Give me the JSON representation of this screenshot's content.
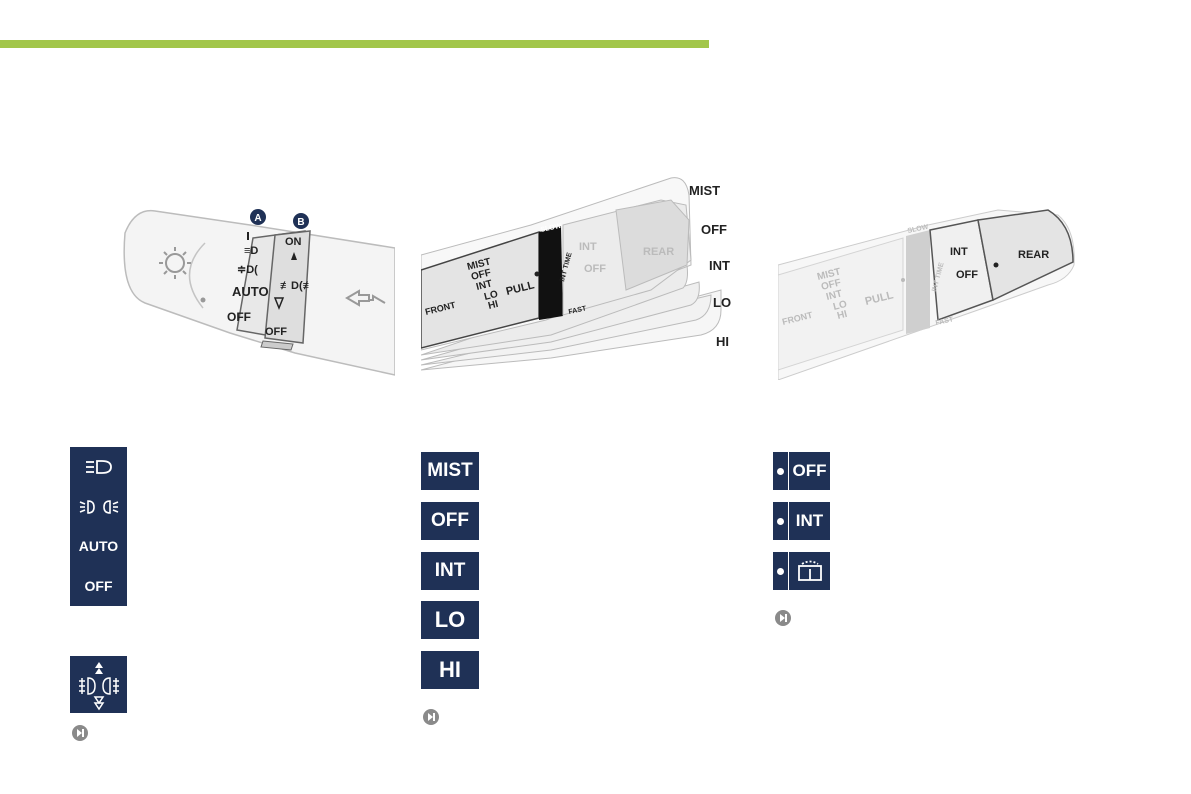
{
  "header": {
    "accent_color": "#a2c64a"
  },
  "illustrations": {
    "lighting_stalk": {
      "marker_a": "A",
      "marker_b": "B",
      "ring_a": [
        "AUTO",
        "OFF"
      ],
      "ring_b": [
        "ON",
        "OFF"
      ]
    },
    "front_wiper": {
      "front_label": "FRONT",
      "modes": [
        "MIST",
        "OFF",
        "INT",
        "LO",
        "HI"
      ],
      "pull_label": "PULL",
      "slow_label": "SLOW",
      "int_time_label": "INT TIME",
      "fast_label": "FAST",
      "rear_ring": [
        "INT",
        "OFF"
      ],
      "rear_label": "REAR",
      "callouts": [
        "MIST",
        "OFF",
        "INT",
        "LO",
        "HI"
      ]
    },
    "rear_wiper": {
      "front_label": "FRONT",
      "modes": [
        "MIST",
        "OFF",
        "INT",
        "LO",
        "HI"
      ],
      "pull_label": "PULL",
      "slow_label": "SLOW",
      "int_time_label": "INT TIME",
      "fast_label": "FAST",
      "rear_ring": [
        "INT",
        "OFF"
      ],
      "rear_label": "REAR"
    }
  },
  "lighting_key": {
    "items": [
      {
        "icon": "dipped-beam-icon"
      },
      {
        "icon": "sidelights-icon"
      },
      {
        "label": "AUTO"
      },
      {
        "label": "OFF"
      }
    ]
  },
  "fog_key": {
    "icon": "fog-lamps-icon"
  },
  "front_wiper_key": {
    "badges": [
      "MIST",
      "OFF",
      "INT",
      "LO",
      "HI"
    ]
  },
  "rear_wiper_key": {
    "badges": [
      {
        "label": "OFF"
      },
      {
        "label": "INT"
      },
      {
        "icon": "rear-wiper-wash-icon"
      }
    ]
  },
  "colors": {
    "badge_bg": "#1f3156",
    "badge_text": "#ffffff",
    "nav_icon": "#8a8a8a"
  }
}
